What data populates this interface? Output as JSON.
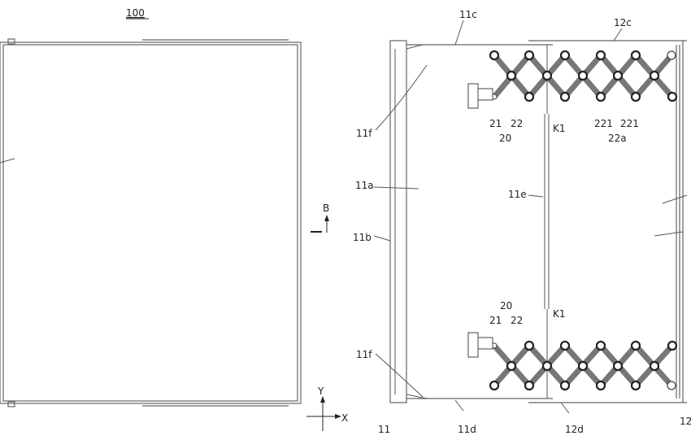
{
  "figure_number": "100",
  "section_marker": "B",
  "axes": {
    "y": "Y",
    "x": "X"
  },
  "labels": {
    "l11c": "11c",
    "l12c": "12c",
    "l11f_top": "11f",
    "l11f_bot": "11f",
    "l21_top": "21",
    "l22_top": "22",
    "l20_top": "20",
    "lK1_top": "K1",
    "l221a": "221",
    "l221b": "221",
    "l22a": "22a",
    "l11a": "11a",
    "l11e": "11e",
    "l11b": "11b",
    "l20_bot": "20",
    "l21_bot": "21",
    "l22_bot": "22",
    "lK1_bot": "K1",
    "l11": "11",
    "l11d": "11d",
    "l12d": "12d",
    "l12_cut": "12"
  }
}
